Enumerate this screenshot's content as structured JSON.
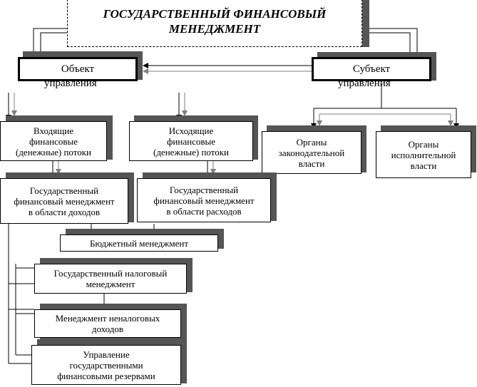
{
  "title": "ГОСУДАРСТВЕННЫЙ ФИНАНСОВЫЙ\nМЕНЕДЖМЕНТ",
  "object": {
    "label_line1": "Объект",
    "label_line2": "управления"
  },
  "subject": {
    "label_line1": "Субъект",
    "label_line2": "управления"
  },
  "boxes": {
    "incoming_flows": "Входящие\nфинансовые\n(денежные) потоки",
    "outgoing_flows": "Исходящие\nфинансовые\n(денежные) потоки",
    "legislative": "Органы\nзаконодательной\nвласти",
    "executive": "Органы\nисполнительной\nвласти",
    "income_mgmt": "Государственный\nфинансовый менеджмент\nв области доходов",
    "expense_mgmt": "Государственный\nфинансовый менеджмент\nв области расходов",
    "budget_mgmt": "Бюджетный менеджмент",
    "tax_mgmt": "Государственный налоговый\nменеджмент",
    "nontax_mgmt": "Менеджмент  неналоговых\nдоходов",
    "reserves_mgmt": "Управление\nгосударственными\nфинансовыми резервами"
  },
  "colors": {
    "shadow": "#555555",
    "border": "#000000",
    "line": "#000000",
    "arrow_gray": "#7f7f7f"
  }
}
